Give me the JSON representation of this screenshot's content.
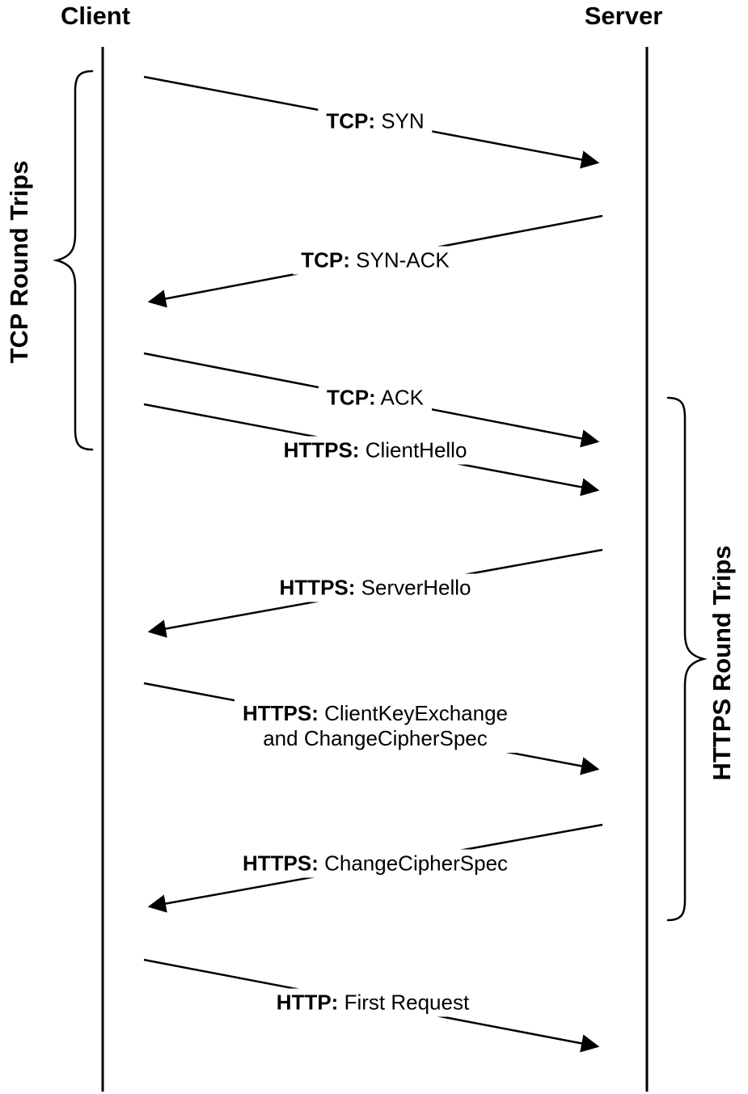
{
  "diagram": {
    "type": "sequence-diagram",
    "title": "TCP and TLS/HTTPS handshake round trips between client and server"
  },
  "headers": {
    "client": "Client",
    "server": "Server"
  },
  "side_labels": {
    "left": "TCP Round Trips",
    "right": "HTTPS Round Trips"
  },
  "messages": [
    {
      "prefix": "TCP:",
      "text": "SYN",
      "from": "client",
      "to": "server"
    },
    {
      "prefix": "TCP:",
      "text": "SYN-ACK",
      "from": "server",
      "to": "client"
    },
    {
      "prefix": "TCP:",
      "text": "ACK",
      "from": "client",
      "to": "server"
    },
    {
      "prefix": "HTTPS:",
      "text": "ClientHello",
      "from": "client",
      "to": "server"
    },
    {
      "prefix": "HTTPS:",
      "text": "ServerHello",
      "from": "server",
      "to": "client"
    },
    {
      "prefix": "HTTPS:",
      "text": "ClientKeyExchange",
      "text2": "and ChangeCipherSpec",
      "from": "client",
      "to": "server"
    },
    {
      "prefix": "HTTPS:",
      "text": "ChangeCipherSpec",
      "from": "server",
      "to": "client"
    },
    {
      "prefix": "HTTP:",
      "text": "First Request",
      "from": "client",
      "to": "server"
    }
  ],
  "colors": {
    "line": "#000000",
    "background": "#ffffff",
    "text": "#000000"
  }
}
